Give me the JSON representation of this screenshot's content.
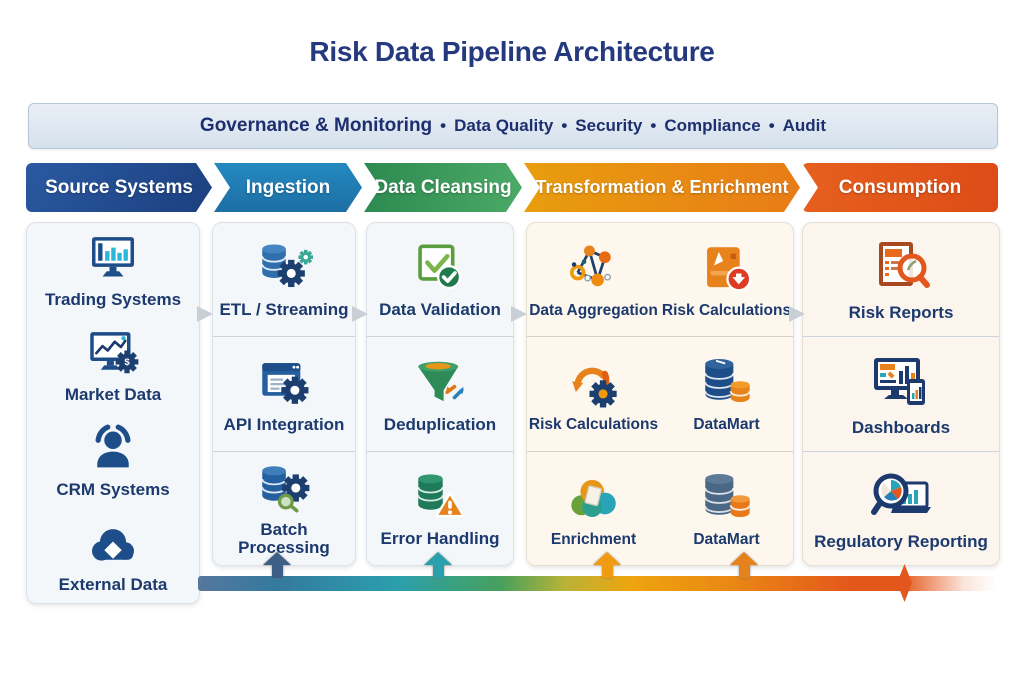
{
  "title": "Risk Data Pipeline Architecture",
  "governance": {
    "heading": "Governance & Monitoring",
    "separator": "•",
    "items": [
      "Data Quality",
      "Security",
      "Compliance",
      "Audit"
    ]
  },
  "stages": [
    {
      "label": "Source Systems",
      "color": "#1c3f7e"
    },
    {
      "label": "Ingestion",
      "color": "#1d6fa5"
    },
    {
      "label": "Data Cleansing",
      "color": "#3d9a5c"
    },
    {
      "label": "Transformation & Enrichment",
      "color": "#e88c13"
    },
    {
      "label": "Consumption",
      "color": "#e0531b"
    }
  ],
  "columns": [
    {
      "stage": "Source Systems",
      "items": [
        {
          "label": "Trading Systems",
          "icon": "trading-systems-icon"
        },
        {
          "label": "Market Data",
          "icon": "market-data-icon"
        },
        {
          "label": "CRM Systems",
          "icon": "crm-systems-icon"
        },
        {
          "label": "External Data",
          "icon": "external-data-icon"
        }
      ]
    },
    {
      "stage": "Ingestion",
      "items": [
        {
          "label": "ETL / Streaming",
          "icon": "etl-streaming-icon"
        },
        {
          "label": "API Integration",
          "icon": "api-integration-icon"
        },
        {
          "label": "Batch Processing",
          "icon": "batch-processing-icon"
        }
      ]
    },
    {
      "stage": "Data Cleansing",
      "items": [
        {
          "label": "Data Validation",
          "icon": "data-validation-icon"
        },
        {
          "label": "Deduplication",
          "icon": "deduplication-icon"
        },
        {
          "label": "Error Handling",
          "icon": "error-handling-icon"
        }
      ]
    },
    {
      "stage": "Transformation & Enrichment",
      "items": [
        {
          "label": "Data Aggregation",
          "icon": "data-aggregation-icon"
        },
        {
          "label": "Risk Calculations",
          "icon": "risk-calculations-badge-icon"
        },
        {
          "label": "Risk Calculations",
          "icon": "risk-calculations-gear-icon"
        },
        {
          "label": "DataMart",
          "icon": "datamart-icon"
        },
        {
          "label": "Enrichment",
          "icon": "enrichment-icon"
        },
        {
          "label": "DataMart",
          "icon": "datamart-slate-icon"
        }
      ]
    },
    {
      "stage": "Consumption",
      "items": [
        {
          "label": "Risk Reports",
          "icon": "risk-reports-icon"
        },
        {
          "label": "Dashboards",
          "icon": "dashboards-icon"
        },
        {
          "label": "Regulatory Reporting",
          "icon": "regulatory-reporting-icon"
        }
      ]
    }
  ],
  "flow_bar": {
    "direction_colors": [
      "#34799f",
      "#2b9fad",
      "#47a05b",
      "#eda50e",
      "#e4571c"
    ],
    "arrow_colors": [
      "#3d5f86",
      "#2a9fae",
      "#f09b10",
      "#e5821c"
    ]
  }
}
